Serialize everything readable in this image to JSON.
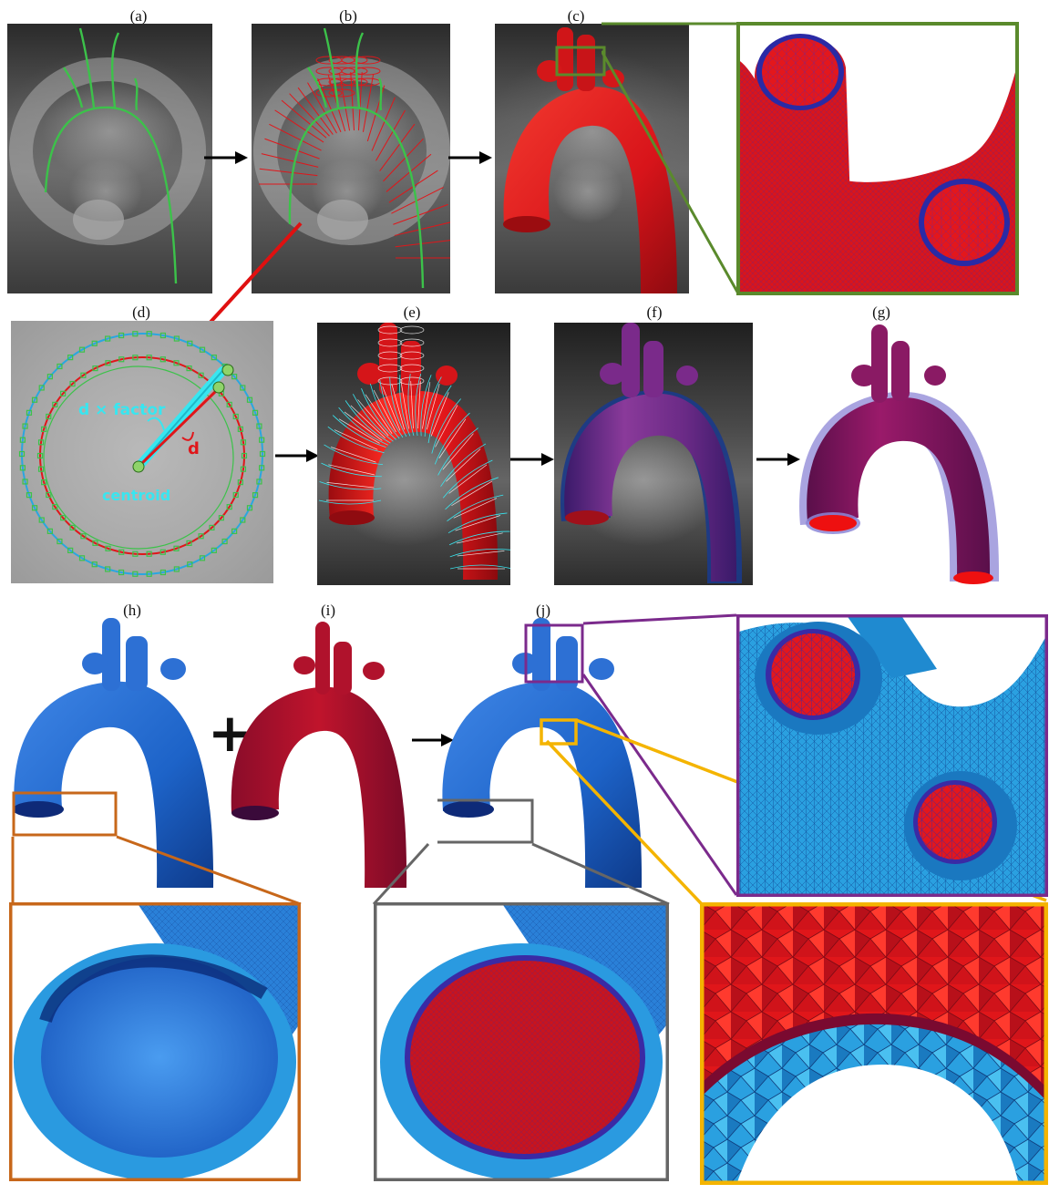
{
  "labels": {
    "a": "(a)",
    "b": "(b)",
    "c": "(c)",
    "d": "(d)",
    "e": "(e)",
    "f": "(f)",
    "g": "(g)",
    "h": "(h)",
    "i": "(i)",
    "j": "(j)"
  },
  "annotations": {
    "d_factor": "d × factor",
    "d": "d",
    "centroid": "centroid",
    "plus": "+"
  },
  "colors": {
    "centerline": "#3cc24a",
    "mesh_red": "#e0161a",
    "mesh_blue": "#1d63c8",
    "outer_blue": "#2aa6e0",
    "purple": "#7a2a86",
    "cyan": "#38e6f0",
    "green_box": "#5a8a2c",
    "purple_box": "#7b2a8c",
    "orange_box": "#c7671a",
    "gray_box": "#666666",
    "yellow_box": "#f4b400"
  },
  "icons": {
    "arrow": "right-arrow-icon"
  }
}
